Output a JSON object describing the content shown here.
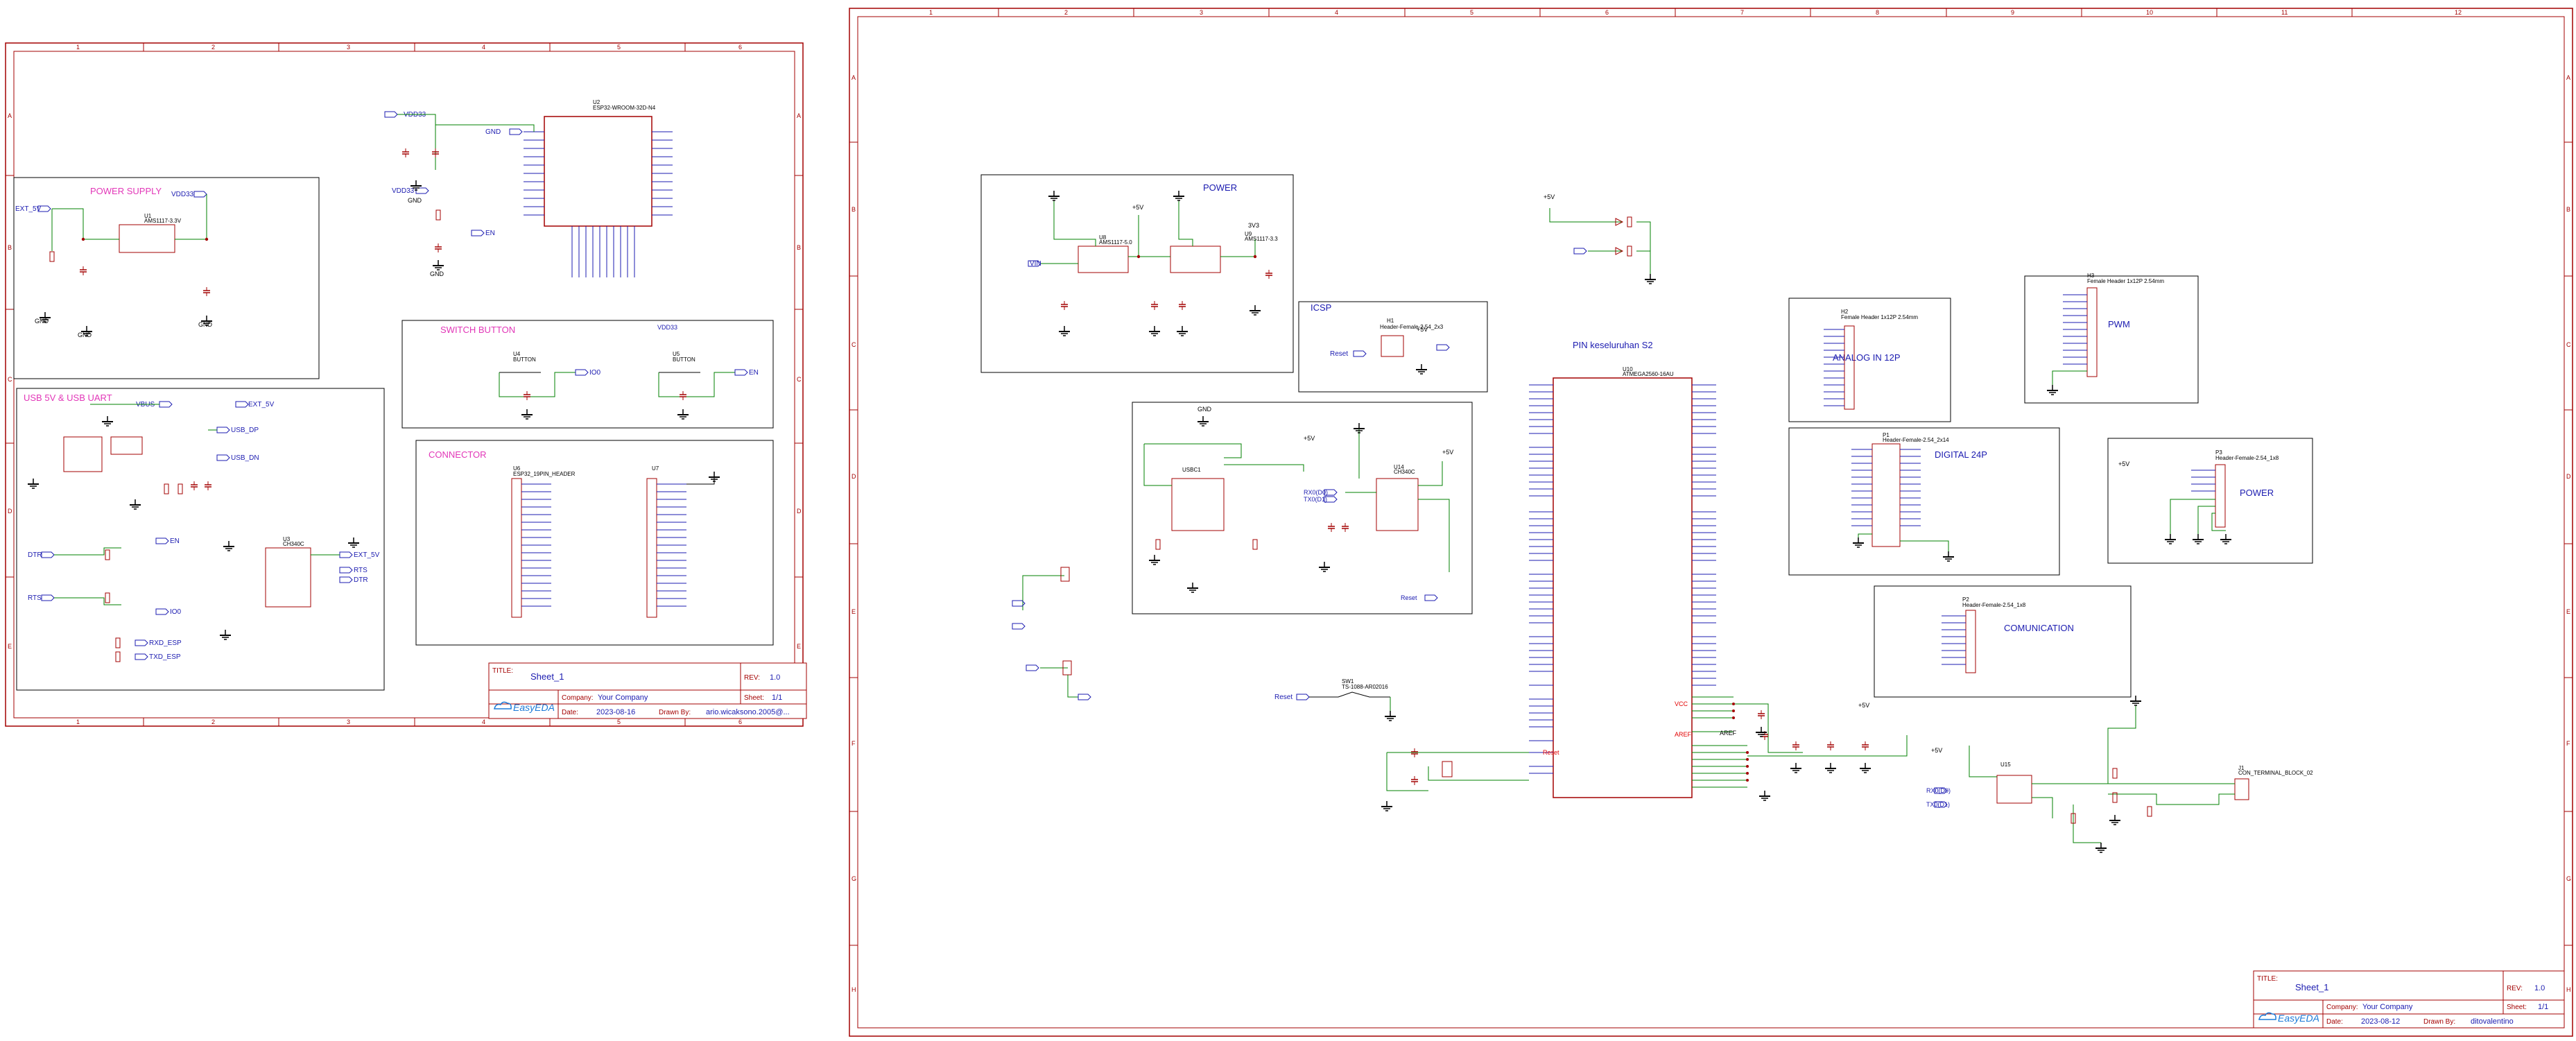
{
  "sheet1": {
    "title_label": "TITLE:",
    "title": "Sheet_1",
    "rev_label": "REV:",
    "rev": "1.0",
    "company_label": "Company:",
    "company": "Your Company",
    "sheet_label": "Sheet:",
    "sheet": "1/1",
    "date_label": "Date:",
    "date": "2023-08-16",
    "drawn_label": "Drawn By:",
    "drawn": "ario.wicaksono.2005@...",
    "logo": "EasyEDA",
    "cols": [
      "1",
      "2",
      "3",
      "4",
      "5",
      "6"
    ],
    "rows": [
      "A",
      "B",
      "C",
      "D",
      "E"
    ]
  },
  "sheet2": {
    "title_label": "TITLE:",
    "title": "Sheet_1",
    "rev_label": "REV:",
    "rev": "1.0",
    "company_label": "Company:",
    "company": "Your Company",
    "sheet_label": "Sheet:",
    "sheet": "1/1",
    "date_label": "Date:",
    "date": "2023-08-12",
    "drawn_label": "Drawn By:",
    "drawn": "ditovalentino",
    "logo": "EasyEDA",
    "cols": [
      "1",
      "2",
      "3",
      "4",
      "5",
      "6",
      "7",
      "8",
      "9",
      "10",
      "11",
      "12"
    ],
    "rows": [
      "A",
      "B",
      "C",
      "D",
      "E",
      "F",
      "G",
      "H"
    ]
  },
  "sections": {
    "power_supply": "POWER SUPPLY",
    "usb": "USB 5V & USB UART",
    "switch": "SWITCH BUTTON",
    "connector": "CONNECTOR",
    "power": "POWER",
    "icsp": "ICSP",
    "pin": "PIN keseluruhan S2",
    "analog": "ANALOG IN 12P",
    "digital": "DIGITAL 24P",
    "pwm": "PWM",
    "power2": "POWER",
    "comm": "COMUNICATION"
  },
  "parts": {
    "u1": "U1",
    "u1v": "AMS1117-3.3V",
    "u2": "U2",
    "u2v": "ESP32-WROOM-32D-N4",
    "u3": "U3",
    "u3v": "CH340C",
    "u4": "U4",
    "u4v": "BUTTON",
    "u5": "U5",
    "u5v": "BUTTON",
    "u6": "U6",
    "u6v": "ESP32_19PIN_HEADER",
    "u7": "U7",
    "u8": "U8",
    "u8v": "AMS1117-5.0",
    "u9": "U9",
    "u9v": "AMS1117-3.3",
    "u10": "U10",
    "u10v": "ATMEGA2560-16AU",
    "u14": "U14",
    "u14v": "CH340C",
    "u15": "U15",
    "h1": "H1",
    "h1v": "Header-Female-2.54_2x3",
    "h2": "H2",
    "h2v": "Female Header 1x12P 2.54mm",
    "h3": "H3",
    "h3v": "Female Header 1x12P 2.54mm",
    "p1": "P1",
    "p1v": "Header-Female-2.54_2x14",
    "p2": "P2",
    "p2v": "Header-Female-2.54_1x8",
    "p3": "P3",
    "p3v": "Header-Female-2.54_1x8",
    "usbc": "USBC1",
    "j1": "J1",
    "j1v": "CON_TERMINAL_BLOCK_02",
    "sw1": "SW1",
    "sw1v": "TS-1088-AR02016"
  },
  "nets": {
    "ext5v": "EXT_5V",
    "vdd33": "VDD33",
    "vbus": "VBUS",
    "gnd": "GND",
    "en": "EN",
    "io0": "IO0",
    "dtr": "DTR",
    "rts": "RTS",
    "rxd": "RXD_ESP",
    "txd": "TXD_ESP",
    "usbdp": "USB_DP",
    "usbdn": "USB_DN",
    "plus5v": "+5V",
    "v3": "3V3",
    "vin": "VIN",
    "reset": "Reset",
    "rx0": "RX0(D0)",
    "tx0": "TX0(D1)",
    "aref": "AREF",
    "vcc": "VCC"
  },
  "glyphs": {
    "logo": "cloud-icon"
  }
}
